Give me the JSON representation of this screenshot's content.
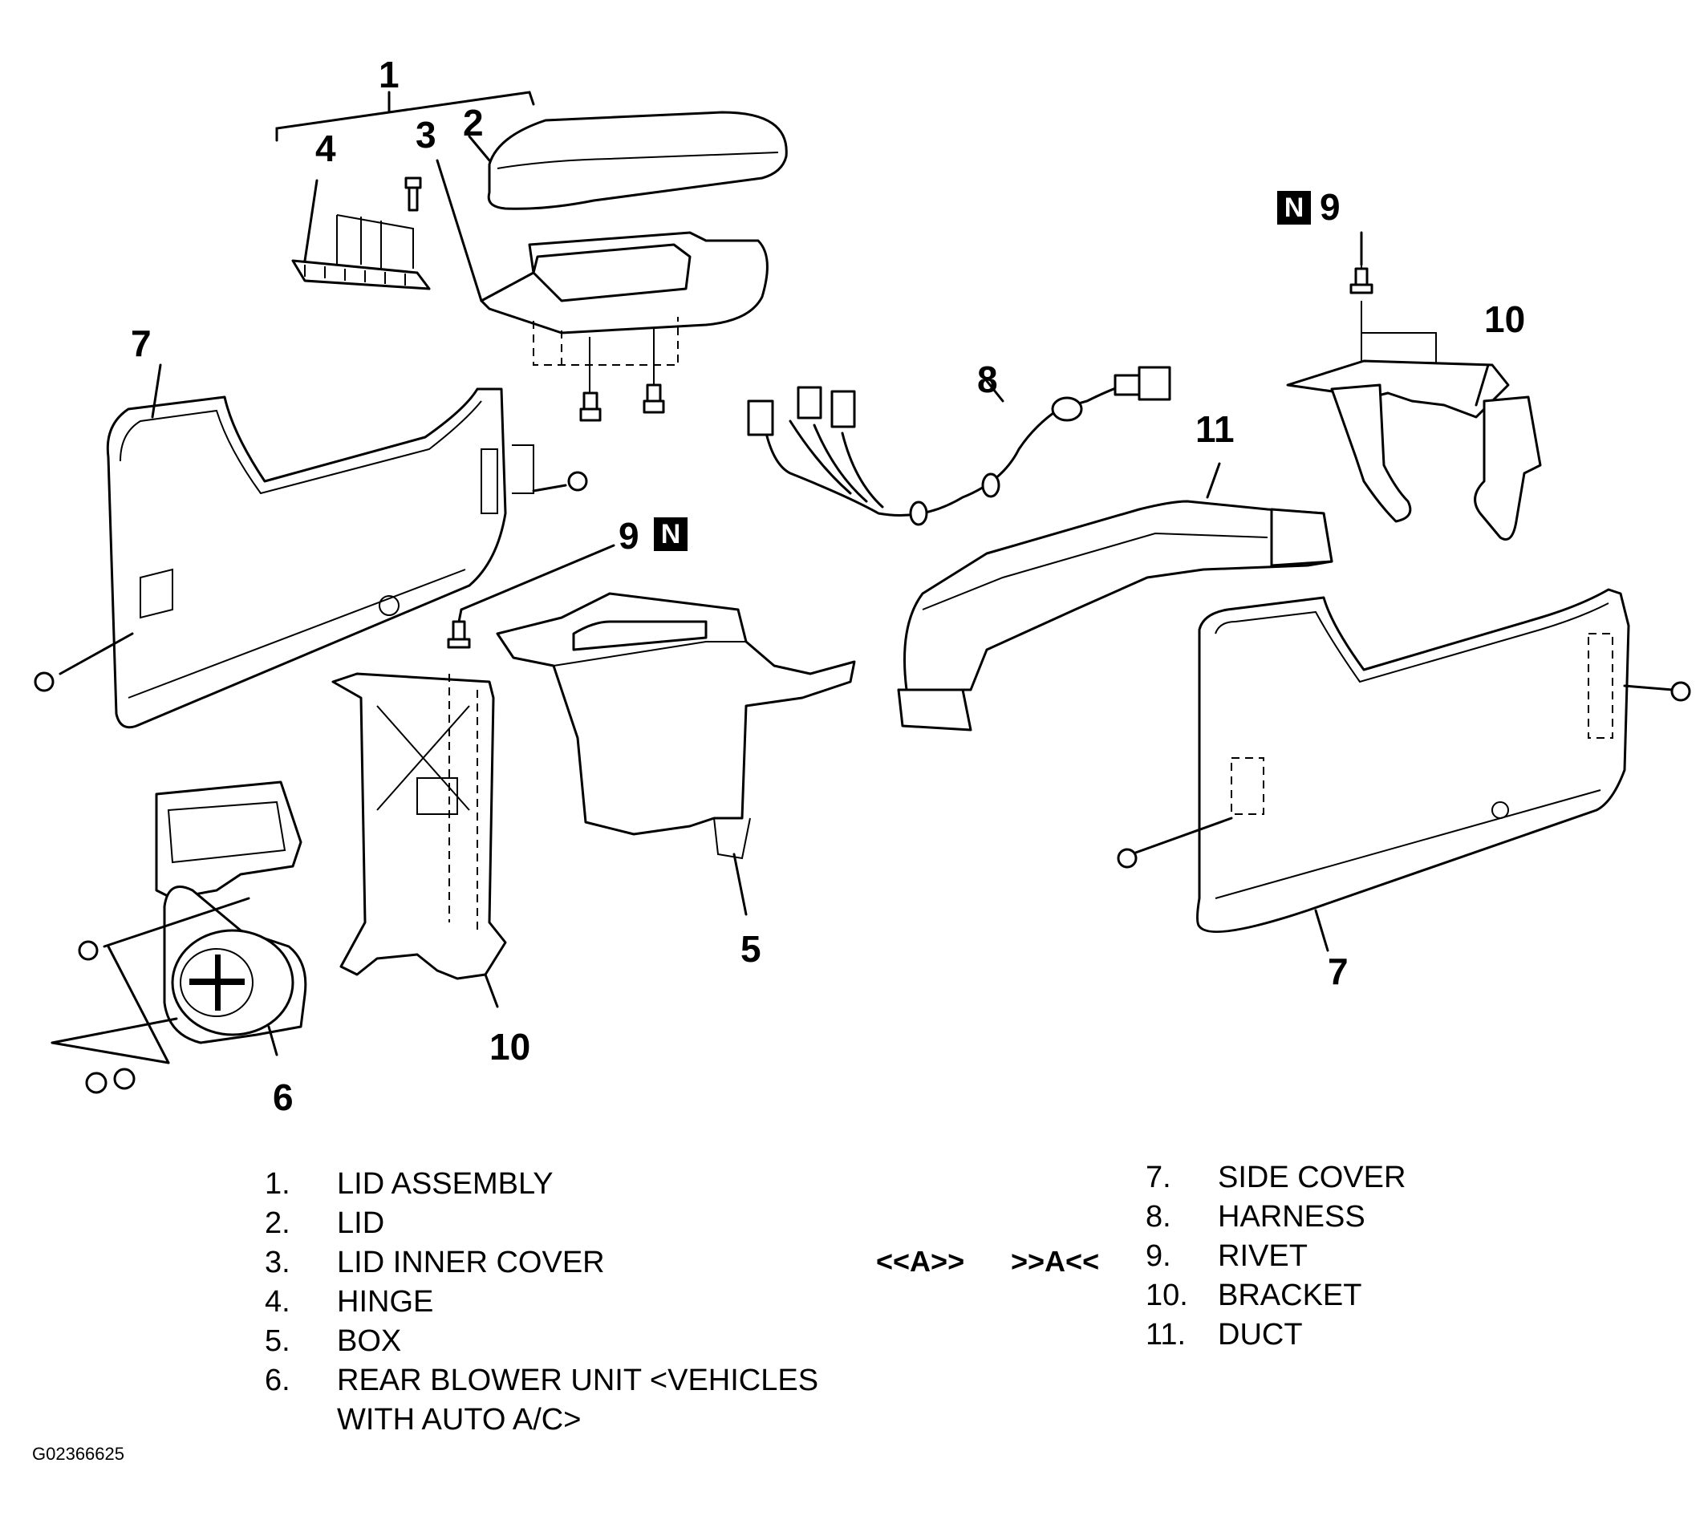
{
  "figure_id": "G02366625",
  "callouts": {
    "lid_assembly": "1",
    "lid": "2",
    "lid_inner_cover": "3",
    "hinge": "4",
    "box": "5",
    "rear_blower_unit": "6",
    "side_cover_left": "7",
    "side_cover_right": "7",
    "harness": "8",
    "rivet_top": "9",
    "rivet_middle": "9",
    "bracket_top": "10",
    "bracket_middle": "10",
    "duct": "11"
  },
  "new_part_marker": "N",
  "step_markers": {
    "remove": "<<A>>",
    "install": ">>A<<"
  },
  "legend_left": [
    {
      "num": "1.",
      "label": "LID ASSEMBLY"
    },
    {
      "num": "2.",
      "label": "LID"
    },
    {
      "num": "3.",
      "label": "LID INNER COVER"
    },
    {
      "num": "4.",
      "label": "HINGE"
    },
    {
      "num": "5.",
      "label": "BOX"
    },
    {
      "num": "6.",
      "label": "REAR BLOWER UNIT <VEHICLES"
    },
    {
      "num": "",
      "label": "WITH AUTO A/C>"
    }
  ],
  "legend_right": [
    {
      "num": "7.",
      "label": "SIDE COVER"
    },
    {
      "num": "8.",
      "label": "HARNESS"
    },
    {
      "num": "9.",
      "label": "RIVET"
    },
    {
      "num": "10.",
      "label": "BRACKET"
    },
    {
      "num": "11.",
      "label": "DUCT"
    }
  ]
}
